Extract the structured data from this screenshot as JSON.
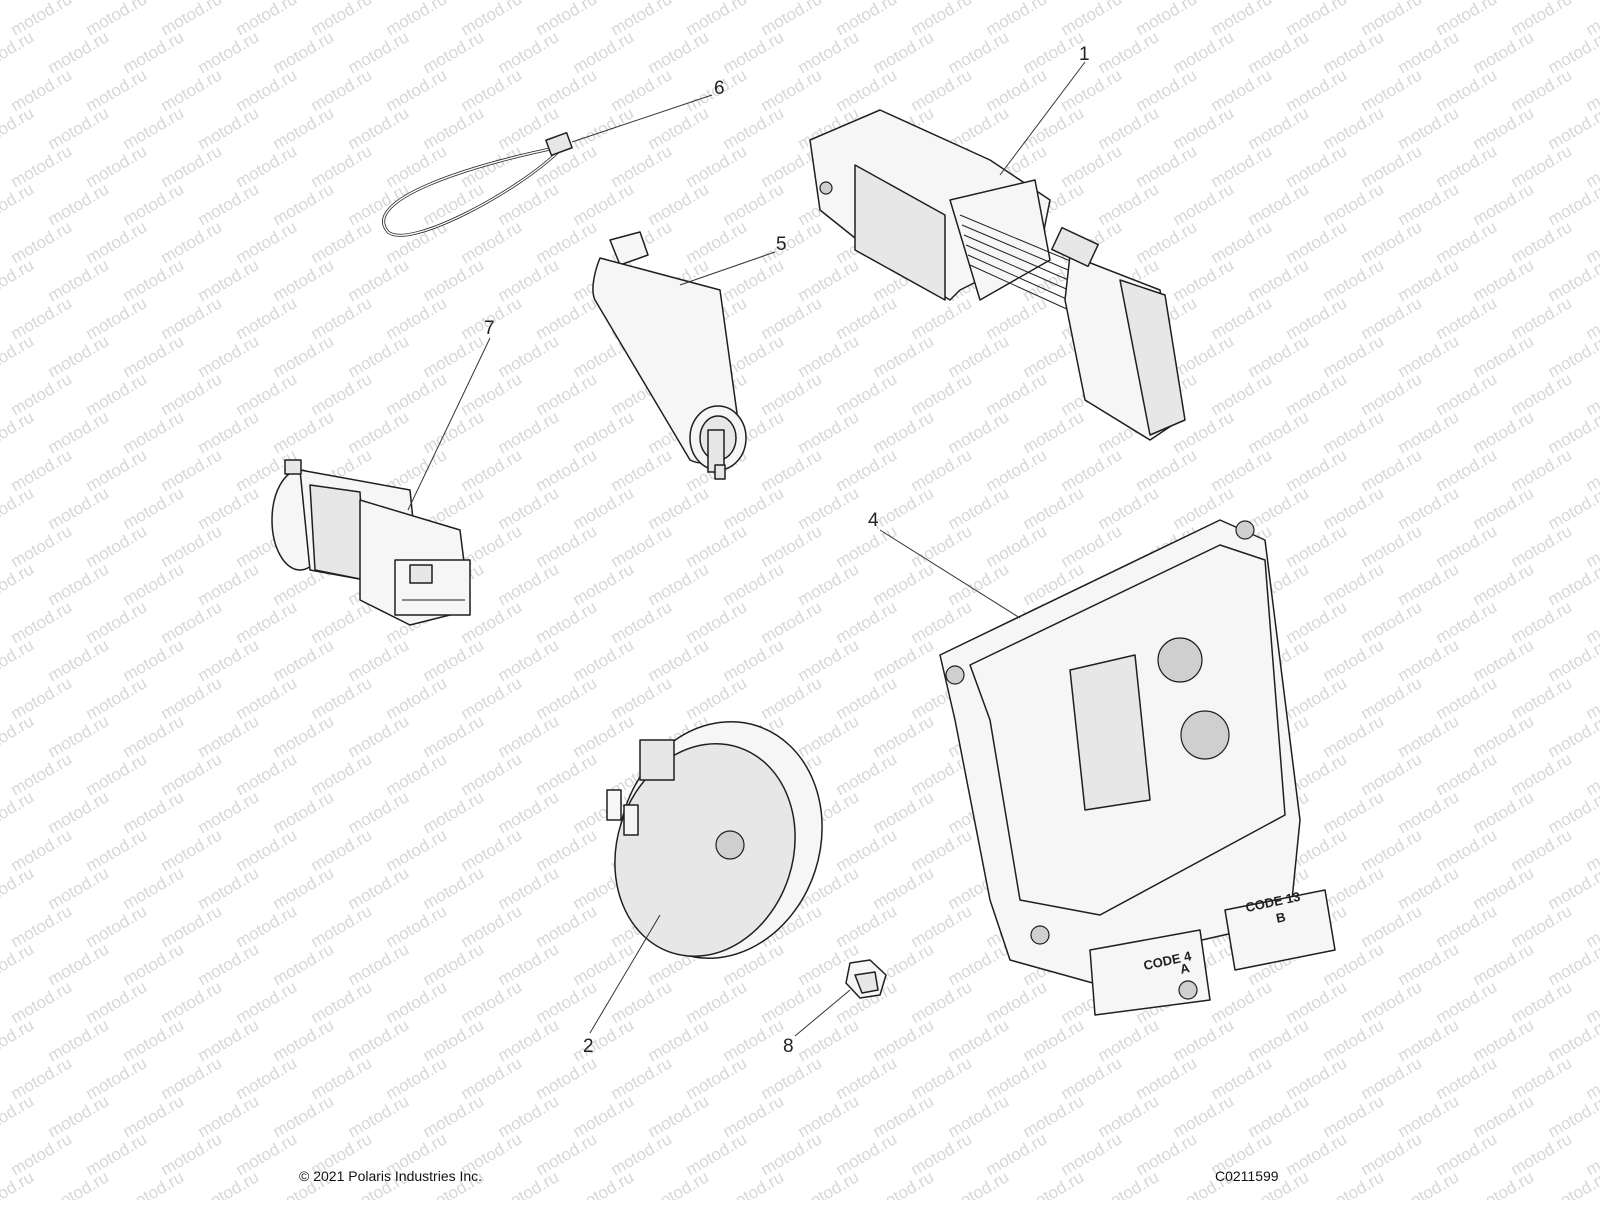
{
  "watermark": "motod.ru",
  "callouts": [
    {
      "id": "1",
      "label": "1"
    },
    {
      "id": "2",
      "label": "2"
    },
    {
      "id": "4",
      "label": "4"
    },
    {
      "id": "5",
      "label": "5"
    },
    {
      "id": "6",
      "label": "6"
    },
    {
      "id": "7",
      "label": "7"
    },
    {
      "id": "8",
      "label": "8"
    }
  ],
  "ecu_labels": {
    "code_a": "CODE 4",
    "letter_a": "A",
    "code_b": "CODE 13",
    "letter_b": "B"
  },
  "footer": {
    "copyright": "© 2021 Polaris Industries Inc.",
    "figure_code": "C0211599"
  }
}
